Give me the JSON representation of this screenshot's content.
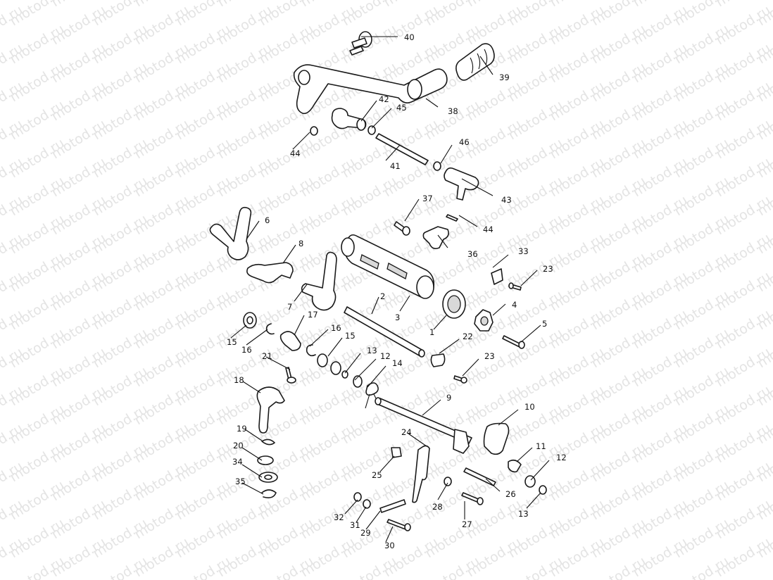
{
  "watermark": "motod.ru",
  "callouts": [
    "40",
    "39",
    "38",
    "42",
    "45",
    "44",
    "41",
    "46",
    "43",
    "6",
    "37",
    "44",
    "8",
    "36",
    "33",
    "23",
    "2",
    "7",
    "4",
    "3",
    "1",
    "17",
    "15",
    "16",
    "5",
    "16",
    "15",
    "22",
    "13",
    "12",
    "21",
    "23",
    "14",
    "18",
    "9",
    "10",
    "19",
    "24",
    "20",
    "11",
    "12",
    "25",
    "34",
    "35",
    "28",
    "26",
    "13",
    "32",
    "31",
    "29",
    "27",
    "30"
  ]
}
